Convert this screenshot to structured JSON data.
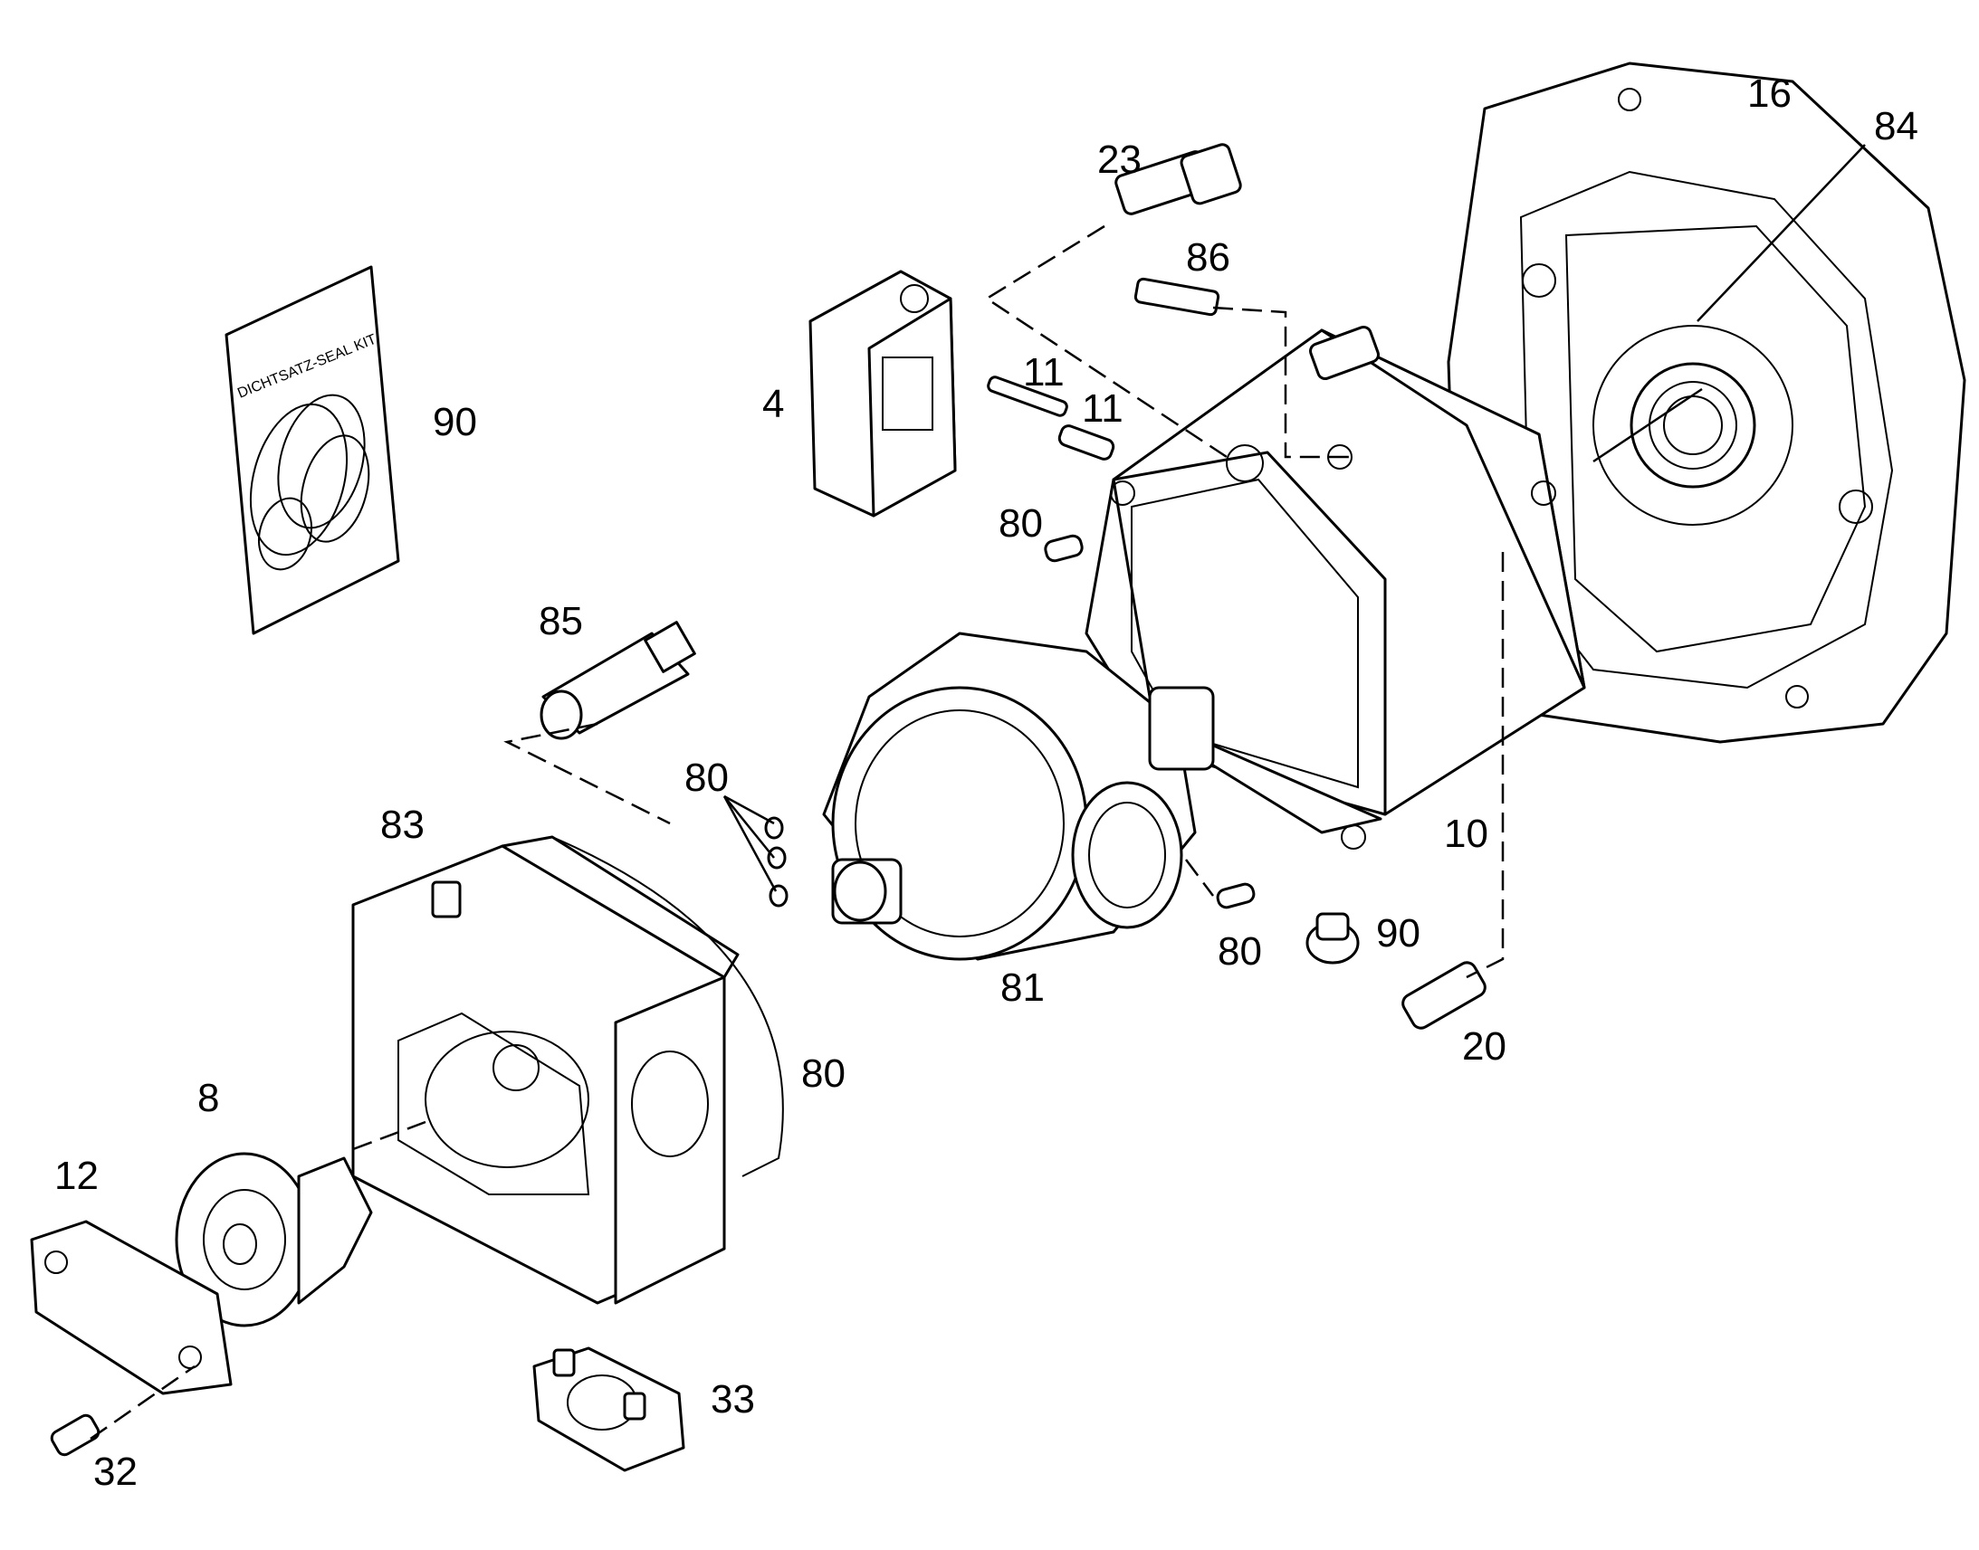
{
  "seal_kit_bag_text": "DICHTSATZ-SEAL KIT",
  "callouts": [
    {
      "id": "16",
      "text": "16"
    },
    {
      "id": "84",
      "text": "84"
    },
    {
      "id": "23",
      "text": "23"
    },
    {
      "id": "86",
      "text": "86"
    },
    {
      "id": "90a",
      "text": "90"
    },
    {
      "id": "4",
      "text": "4"
    },
    {
      "id": "11a",
      "text": "11"
    },
    {
      "id": "11b",
      "text": "11"
    },
    {
      "id": "80a",
      "text": "80"
    },
    {
      "id": "85",
      "text": "85"
    },
    {
      "id": "80b",
      "text": "80"
    },
    {
      "id": "83",
      "text": "83"
    },
    {
      "id": "10",
      "text": "10"
    },
    {
      "id": "90b",
      "text": "90"
    },
    {
      "id": "80c",
      "text": "80"
    },
    {
      "id": "81",
      "text": "81"
    },
    {
      "id": "20",
      "text": "20"
    },
    {
      "id": "80d",
      "text": "80"
    },
    {
      "id": "8",
      "text": "8"
    },
    {
      "id": "12",
      "text": "12"
    },
    {
      "id": "33",
      "text": "33"
    },
    {
      "id": "32",
      "text": "32"
    }
  ]
}
